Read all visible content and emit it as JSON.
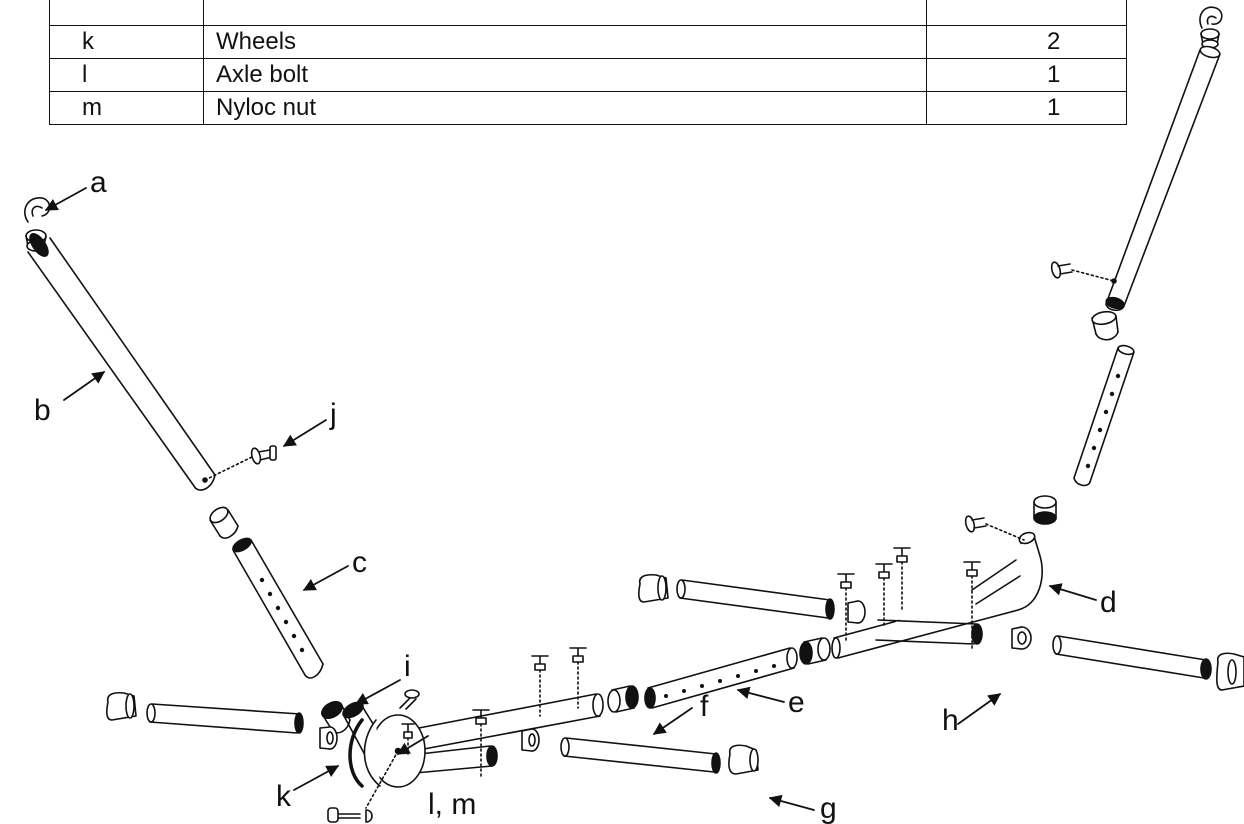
{
  "table": {
    "rows": [
      {
        "code": "",
        "description": "",
        "qty": ""
      },
      {
        "code": "k",
        "description": "Wheels",
        "qty": "2"
      },
      {
        "code": "l",
        "description": "Axle bolt",
        "qty": "1"
      },
      {
        "code": "m",
        "description": "Nyloc nut",
        "qty": "1"
      }
    ]
  },
  "labels": {
    "a": "a",
    "b": "b",
    "c": "c",
    "d": "d",
    "e": "e",
    "f": "f",
    "g": "g",
    "h": "h",
    "i": "i",
    "j": "j",
    "k": "k",
    "lm": "l, m"
  }
}
